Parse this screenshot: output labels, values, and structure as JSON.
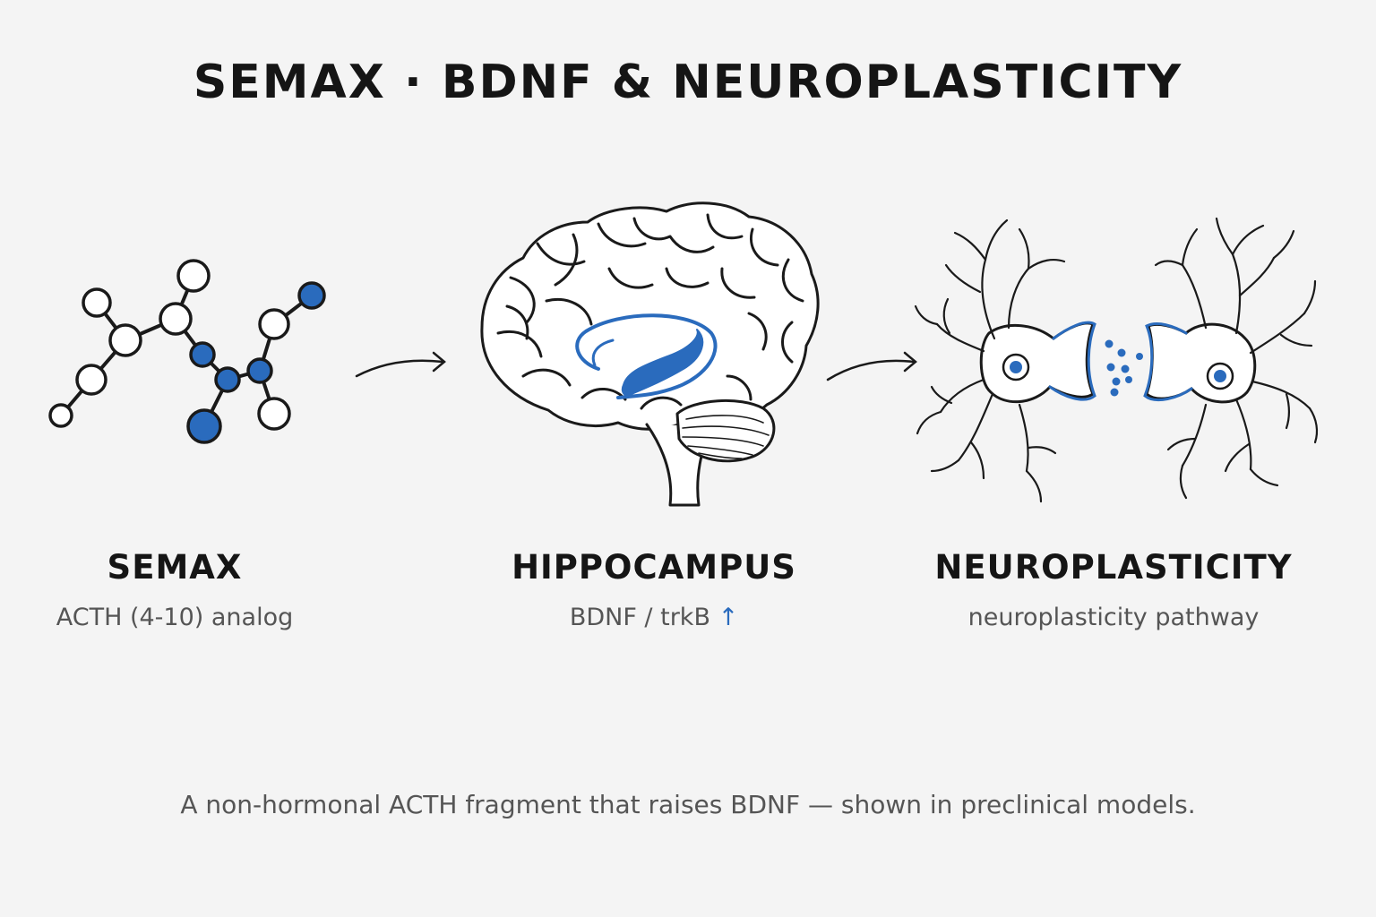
{
  "title": "SEMAX · BDNF & NEUROPLASTICITY",
  "colors": {
    "accent": "#2a6bbd",
    "line": "#1a1a1a",
    "muted_text": "#555555",
    "background": "#f4f4f4"
  },
  "panels": [
    {
      "label": "SEMAX",
      "sublabel": "ACTH (4-10) analog",
      "icon": "molecule-icon"
    },
    {
      "label": "HIPPOCAMPUS",
      "sublabel": "BDNF / trkB",
      "sublabel_glyph": "↑",
      "icon": "brain-icon"
    },
    {
      "label": "NEUROPLASTICITY",
      "sublabel": "neuroplasticity pathway",
      "icon": "neurons-synapse-icon"
    }
  ],
  "caption": "A non-hormonal ACTH fragment that raises BDNF — shown in preclinical models."
}
